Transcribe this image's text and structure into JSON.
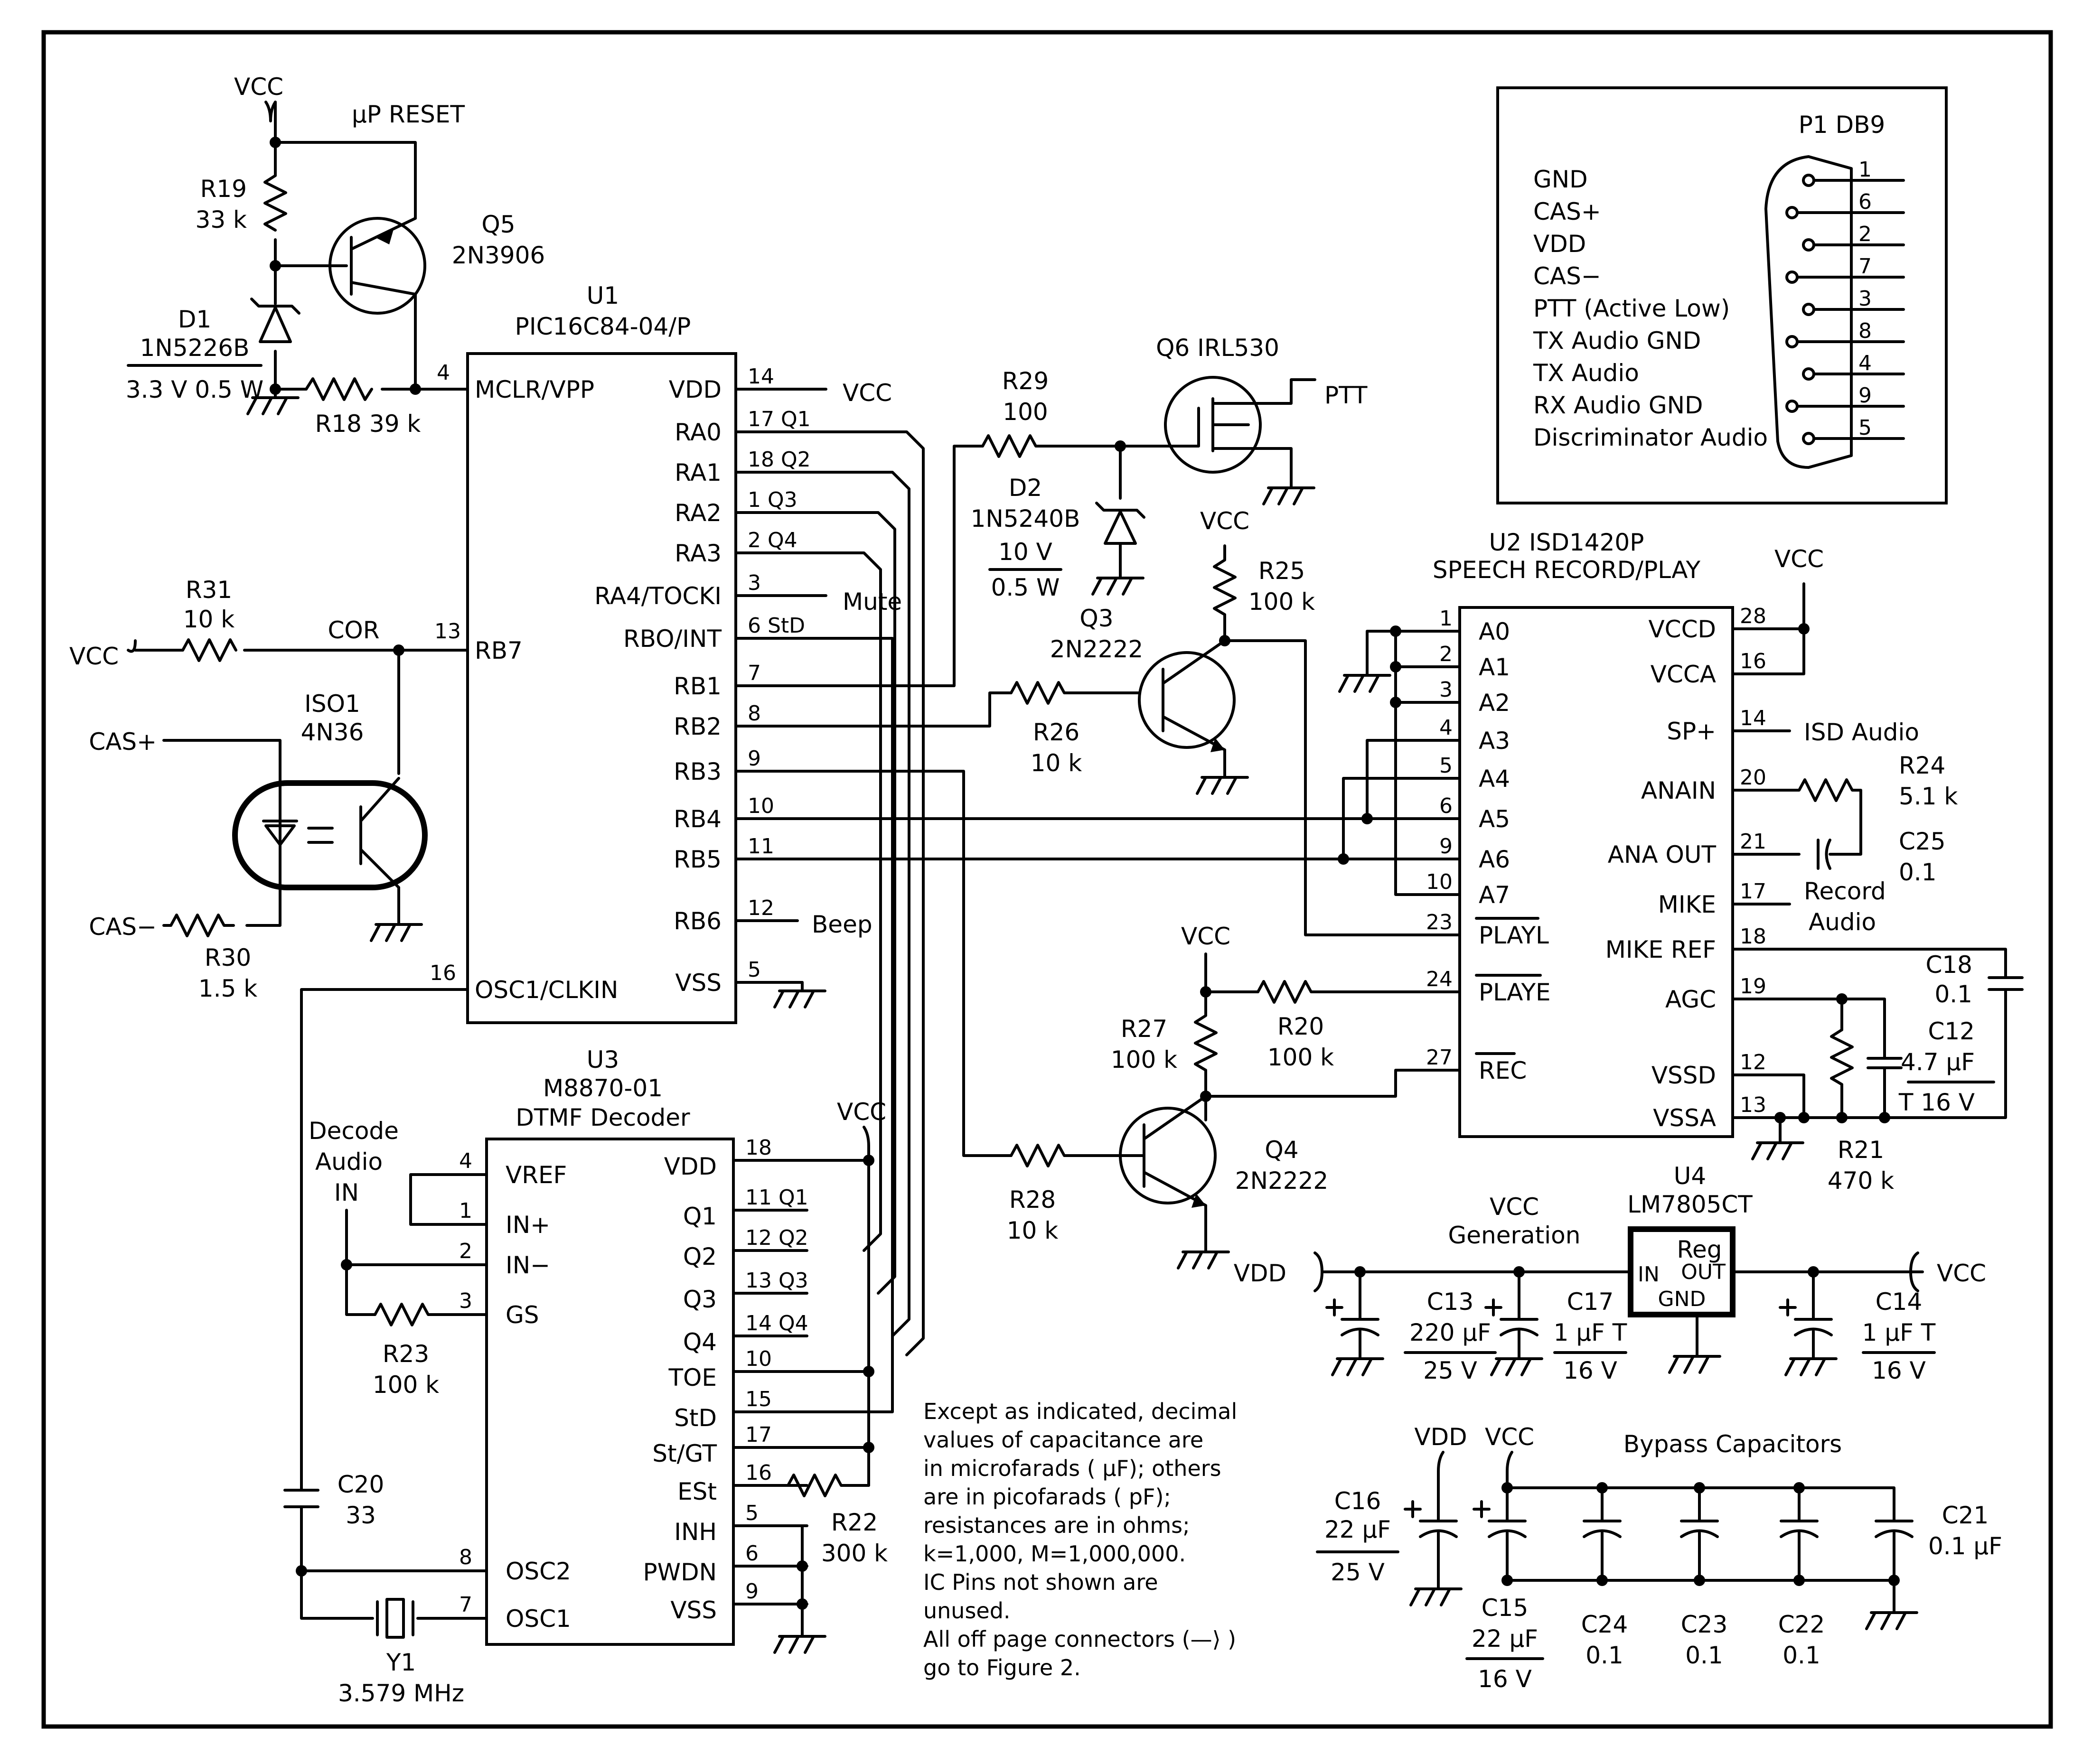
{
  "figure": {
    "notes": [
      "Except as indicated, decimal",
      "values of capacitance are",
      "in microfarads ( µF); others",
      "are in picofarads ( pF);",
      "resistances are in ohms;",
      "k=1,000, M=1,000,000.",
      "IC Pins not shown are",
      "unused.",
      "All off page connectors (—⟩ )",
      "go to Figure 2."
    ]
  },
  "components": {
    "u1": {
      "ref": "U1",
      "part": "PIC16C84-04/P",
      "left_pins": [
        {
          "num": "4",
          "name": "MCLR/VPP"
        },
        {
          "num": "13",
          "name": "RB7"
        },
        {
          "num": "16",
          "name": "OSC1/CLKIN"
        }
      ],
      "right_pins": [
        {
          "num": "14",
          "name": "VDD"
        },
        {
          "num": "17 Q1",
          "name": "RA0"
        },
        {
          "num": "18 Q2",
          "name": "RA1"
        },
        {
          "num": "1 Q3",
          "name": "RA2"
        },
        {
          "num": "2 Q4",
          "name": "RA3"
        },
        {
          "num": "3",
          "name": "RA4/TOCKI"
        },
        {
          "num": "6 StD",
          "name": "RBO/INT"
        },
        {
          "num": "7",
          "name": "RB1"
        },
        {
          "num": "8",
          "name": "RB2"
        },
        {
          "num": "9",
          "name": "RB3"
        },
        {
          "num": "10",
          "name": "RB4"
        },
        {
          "num": "11",
          "name": "RB5"
        },
        {
          "num": "12",
          "name": "RB6"
        },
        {
          "num": "5",
          "name": "VSS"
        }
      ]
    },
    "u2": {
      "ref": "U2 ISD1420P",
      "desc": "SPEECH RECORD/PLAY",
      "left_pins": [
        {
          "num": "1",
          "name": "A0"
        },
        {
          "num": "2",
          "name": "A1"
        },
        {
          "num": "3",
          "name": "A2"
        },
        {
          "num": "4",
          "name": "A3"
        },
        {
          "num": "5",
          "name": "A4"
        },
        {
          "num": "6",
          "name": "A5"
        },
        {
          "num": "9",
          "name": "A6"
        },
        {
          "num": "10",
          "name": "A7"
        },
        {
          "num": "23",
          "name": "PLAYL"
        },
        {
          "num": "24",
          "name": "PLAYE"
        },
        {
          "num": "27",
          "name": "REC"
        }
      ],
      "right_pins": [
        {
          "num": "28",
          "name": "VCCD"
        },
        {
          "num": "16",
          "name": "VCCA"
        },
        {
          "num": "14",
          "name": "SP+"
        },
        {
          "num": "20",
          "name": "ANAIN"
        },
        {
          "num": "21",
          "name": "ANA OUT"
        },
        {
          "num": "17",
          "name": "MIKE"
        },
        {
          "num": "18",
          "name": "MIKE REF"
        },
        {
          "num": "19",
          "name": "AGC"
        },
        {
          "num": "12",
          "name": "VSSD"
        },
        {
          "num": "13",
          "name": "VSSA"
        }
      ]
    },
    "u3": {
      "ref": "U3",
      "part": "M8870-01",
      "desc": "DTMF Decoder",
      "left_pins": [
        {
          "num": "4",
          "name": "VREF"
        },
        {
          "num": "1",
          "name": "IN+"
        },
        {
          "num": "2",
          "name": "IN−"
        },
        {
          "num": "3",
          "name": "GS"
        },
        {
          "num": "8",
          "name": "OSC2"
        },
        {
          "num": "7",
          "name": "OSC1"
        }
      ],
      "right_pins": [
        {
          "num": "18",
          "name": "VDD"
        },
        {
          "num": "11 Q1",
          "name": "Q1"
        },
        {
          "num": "12 Q2",
          "name": "Q2"
        },
        {
          "num": "13 Q3",
          "name": "Q3"
        },
        {
          "num": "14 Q4",
          "name": "Q4"
        },
        {
          "num": "10",
          "name": "TOE"
        },
        {
          "num": "15",
          "name": "StD"
        },
        {
          "num": "17",
          "name": "St/GT"
        },
        {
          "num": "16",
          "name": "ESt"
        },
        {
          "num": "5",
          "name": "INH"
        },
        {
          "num": "6",
          "name": "PWDN"
        },
        {
          "num": "9",
          "name": "VSS"
        }
      ]
    },
    "u4": {
      "ref": "U4",
      "part": "LM7805CT",
      "body": "Reg",
      "in": "IN",
      "out": "OUT",
      "gnd": "GND"
    },
    "p1": {
      "title": "P1 DB9",
      "signals": [
        "GND",
        "CAS+",
        "VDD",
        "CAS−",
        "PTT (Active Low)",
        "TX Audio GND",
        "TX Audio",
        "RX Audio GND",
        "Discriminator Audio"
      ],
      "pins": [
        "1",
        "6",
        "2",
        "7",
        "3",
        "8",
        "4",
        "9",
        "5"
      ]
    },
    "labels": {
      "vcc": "VCC",
      "vdd": "VDD",
      "up_reset": "µP RESET",
      "r19": "R19",
      "r19v": "33 k",
      "q5": "Q5",
      "q5p": "2N3906",
      "d1": "D1",
      "d1p": "1N5226B",
      "d1v": "3.3 V 0.5 W",
      "r18": "R18 39 k",
      "r31": "R31",
      "r31v": "10 k",
      "cor": "COR",
      "iso1": "ISO1",
      "iso1p": "4N36",
      "cas_plus": "CAS+",
      "cas_minus": "CAS−",
      "r30": "R30",
      "r30v": "1.5 k",
      "mute": "Mute",
      "beep": "Beep",
      "r29": "R29",
      "r29v": "100",
      "q6": "Q6 IRL530",
      "ptt": "PTT",
      "d2": "D2",
      "d2p": "1N5240B",
      "d2v1": "10 V",
      "d2v2": "0.5 W",
      "r25": "R25",
      "r25v": "100 k",
      "q3": "Q3",
      "q3p": "2N2222",
      "r26": "R26",
      "r26v": "10 k",
      "r27": "R27",
      "r27v": "100 k",
      "r20": "R20",
      "r20v": "100 k",
      "r28": "R28",
      "r28v": "10 k",
      "q4": "Q4",
      "q4p": "2N2222",
      "isd_audio": "ISD Audio",
      "r24": "R24",
      "r24v": "5.1 k",
      "c25": "C25",
      "c25v": "0.1",
      "record_audio1": "Record",
      "record_audio2": "Audio",
      "c18": "C18",
      "c18v": "0.1",
      "c12": "C12",
      "c12v1": "4.7 µF",
      "c12v2": "T 16 V",
      "r21": "R21",
      "r21v": "470 k",
      "decode1": "Decode",
      "decode2": "Audio",
      "decode3": "IN",
      "r23": "R23",
      "r23v": "100 k",
      "c20": "C20",
      "c20v": "33",
      "y1": "Y1",
      "y1v": "3.579 MHz",
      "r22": "R22",
      "r22v": "300 k",
      "vcc_gen1": "VCC",
      "vcc_gen2": "Generation",
      "c13": "C13",
      "c13v1": "220 µF",
      "c13v2": "25 V",
      "c17": "C17",
      "c17v1": "1 µF T",
      "c17v2": "16 V",
      "c14": "C14",
      "c14v1": "1 µF T",
      "c14v2": "16 V",
      "bypass": "Bypass Capacitors",
      "c16": "C16",
      "c16v1": "22 µF",
      "c16v2": "25 V",
      "c15": "C15",
      "c15v1": "22 µF",
      "c15v2": "16 V",
      "c24": "C24",
      "c24v": "0.1",
      "c23": "C23",
      "c23v": "0.1",
      "c22": "C22",
      "c22v": "0.1",
      "c21": "C21",
      "c21v": "0.1 µF"
    }
  }
}
